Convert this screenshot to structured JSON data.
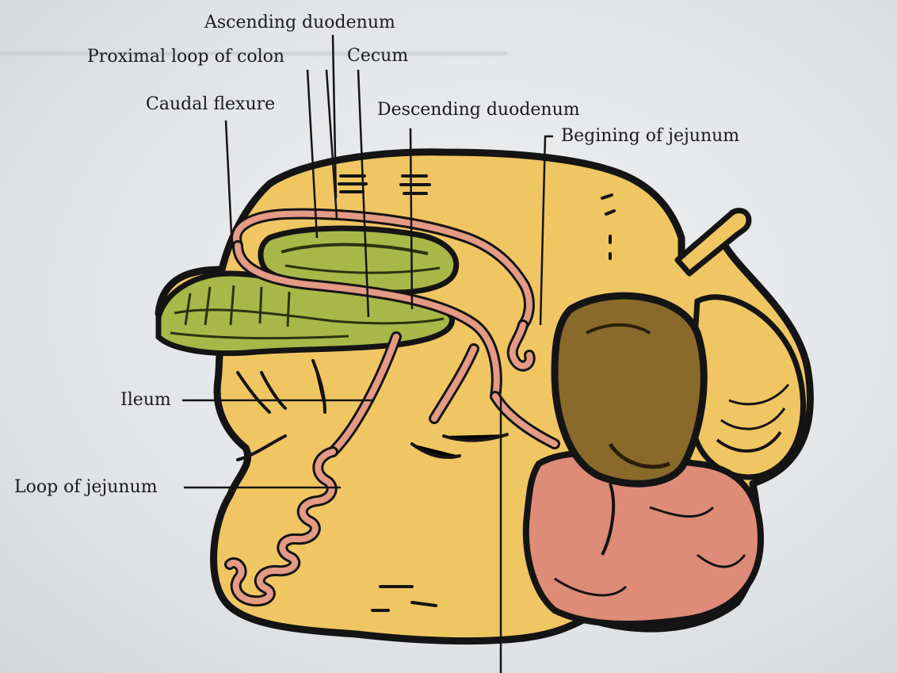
{
  "labels": {
    "ascending_duodenum": "Ascending duodenum",
    "proximal_loop_of_colon": "Proximal loop of colon",
    "cecum": "Cecum",
    "caudal_flexure": "Caudal flexure",
    "descending_duodenum": "Descending duodenum",
    "begining_of_jejunum": "Begining of jejunum",
    "ileum": "Ileum",
    "loop_of_jejunum": "Loop of jejunum"
  },
  "colors": {
    "stomach_yellow": "#f0c663",
    "colon_green": "#a8b848",
    "intestine_pink": "#e49a84",
    "spleen_brown": "#8a6a2a",
    "rumen_pink": "#de8b78",
    "outline": "#141414"
  }
}
